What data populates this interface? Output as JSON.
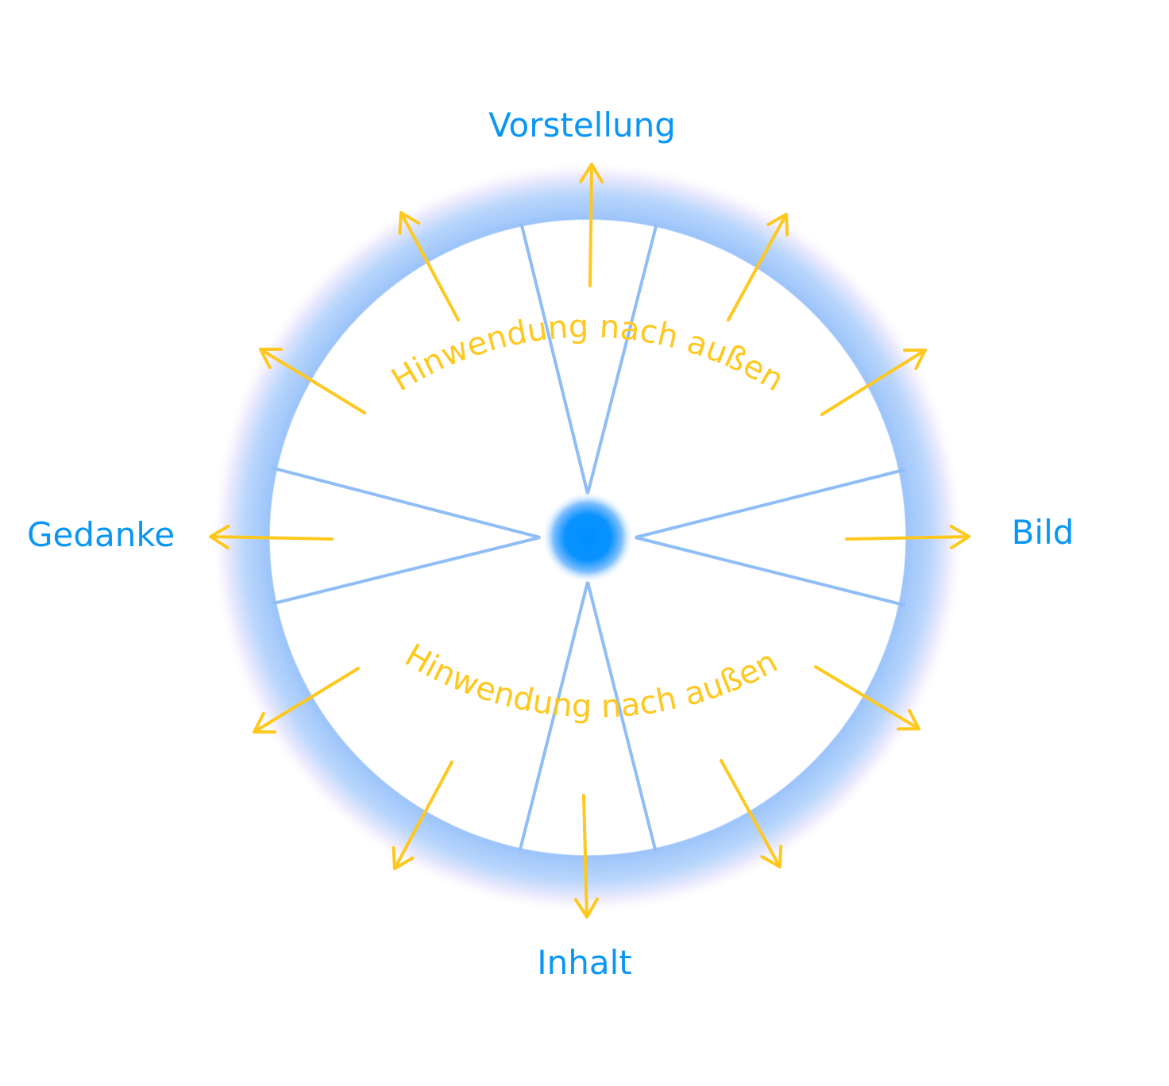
{
  "poles": {
    "top": "Vorstellung",
    "left": "Gedanke",
    "right": "Bild",
    "bottom": "Inhalt"
  },
  "arc_text": {
    "upper": "Hinwendung nach außen",
    "lower": "Hinwendung nach außen"
  },
  "colors": {
    "pole_text": "#0A96F5",
    "arrow": "#FFC81E",
    "spoke": "#8FBDF5",
    "ring": "#A9CCFA",
    "center": "#0090FF"
  }
}
